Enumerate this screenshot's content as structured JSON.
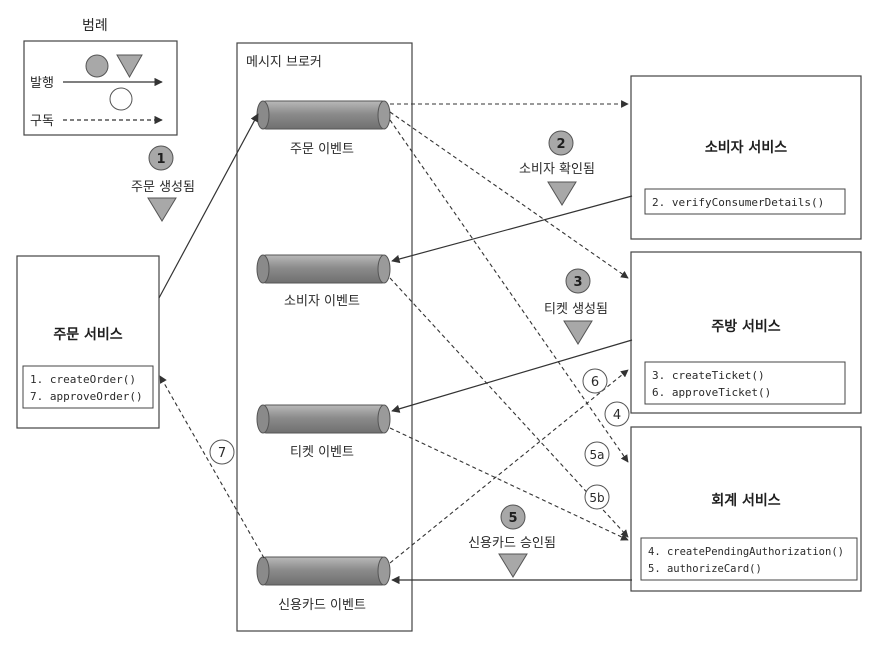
{
  "legend": {
    "title": "범례",
    "publish_label": "발행",
    "subscribe_label": "구독"
  },
  "broker": {
    "title": "메시지 브로커",
    "channels": [
      "주문 이벤트",
      "소비자 이벤트",
      "티켓 이벤트",
      "신용카드 이벤트"
    ]
  },
  "services": {
    "order": {
      "title": "주문 서비스",
      "methods": [
        "1. createOrder()",
        "7. approveOrder()"
      ]
    },
    "consumer": {
      "title": "소비자 서비스",
      "methods": [
        "2. verifyConsumerDetails()"
      ]
    },
    "kitchen": {
      "title": "주방 서비스",
      "methods": [
        "3. createTicket()",
        "6. approveTicket()"
      ]
    },
    "accounting": {
      "title": "회계 서비스",
      "methods": [
        "4. createPendingAuthorization()",
        "5. authorizeCard()"
      ]
    }
  },
  "events": {
    "e1": {
      "num": "1",
      "label": "주문 생성됨"
    },
    "e2": {
      "num": "2",
      "label": "소비자 확인됨"
    },
    "e3": {
      "num": "3",
      "label": "티켓 생성됨"
    },
    "e5": {
      "num": "5",
      "label": "신용카드 승인됨"
    }
  },
  "steps": {
    "s4": "4",
    "s5a": "5a",
    "s5b": "5b",
    "s6": "6",
    "s7": "7"
  },
  "colors": {
    "event_fill": "#a8a8a8",
    "channel_fill": "#8f8f8f",
    "line": "#3a3a3a"
  }
}
